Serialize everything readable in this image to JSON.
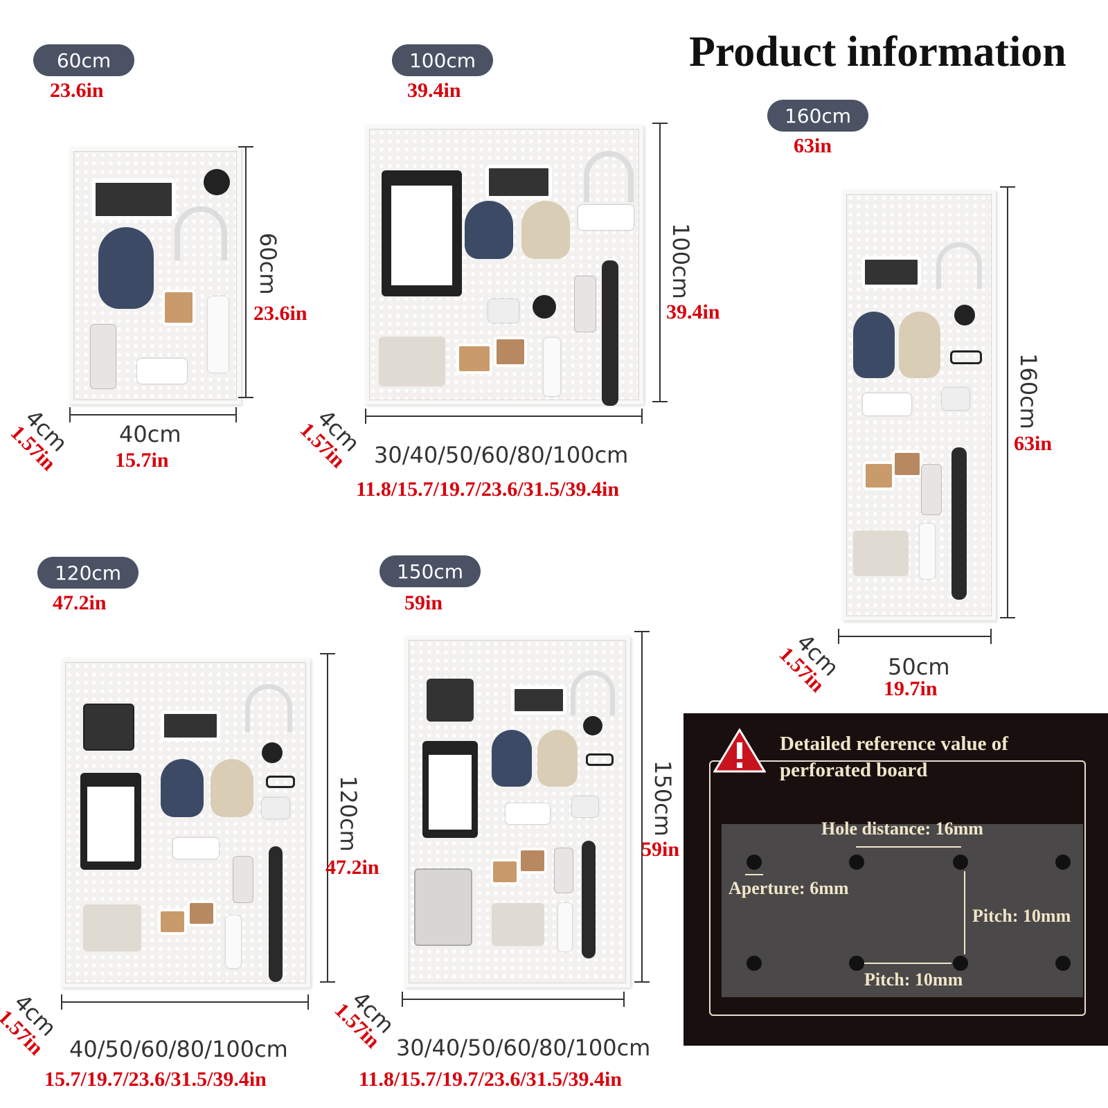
{
  "title": "Product information",
  "boards": [
    {
      "id": "60",
      "pill": "60cm",
      "pill_in": "23.6in",
      "height_cm": "60cm",
      "height_in": "23.6in",
      "depth_cm": "4cm",
      "depth_in": "1.57in",
      "width_cm": "40cm",
      "width_in": "15.7in"
    },
    {
      "id": "100",
      "pill": "100cm",
      "pill_in": "39.4in",
      "height_cm": "100cm",
      "height_in": "39.4in",
      "depth_cm": "4cm",
      "depth_in": "1.57in",
      "width_cm": "30/40/50/60/80/100cm",
      "width_in": "11.8/15.7/19.7/23.6/31.5/39.4in"
    },
    {
      "id": "160",
      "pill": "160cm",
      "pill_in": "63in",
      "height_cm": "160cm",
      "height_in": "63in",
      "depth_cm": "4cm",
      "depth_in": "1.57in",
      "width_cm": "50cm",
      "width_in": "19.7in"
    },
    {
      "id": "120",
      "pill": "120cm",
      "pill_in": "47.2in",
      "height_cm": "120cm",
      "height_in": "47.2in",
      "depth_cm": "4cm",
      "depth_in": "1.57in",
      "width_cm": "40/50/60/80/100cm",
      "width_in": "15.7/19.7/23.6/31.5/39.4in"
    },
    {
      "id": "150",
      "pill": "150cm",
      "pill_in": "59in",
      "height_cm": "150cm",
      "height_in": "59in",
      "depth_cm": "4cm",
      "depth_in": "1.57in",
      "width_cm": "30/40/50/60/80/100cm",
      "width_in": "11.8/15.7/19.7/23.6/31.5/39.4in"
    }
  ],
  "reference": {
    "heading_line1": "Detailed reference value of",
    "heading_line2": "perforated board",
    "hole_distance": "Hole distance: 16mm",
    "aperture": "Aperture: 6mm",
    "pitch_vertical": "Pitch: 10mm",
    "pitch_horizontal": "Pitch: 10mm",
    "icon": "warning-icon"
  }
}
